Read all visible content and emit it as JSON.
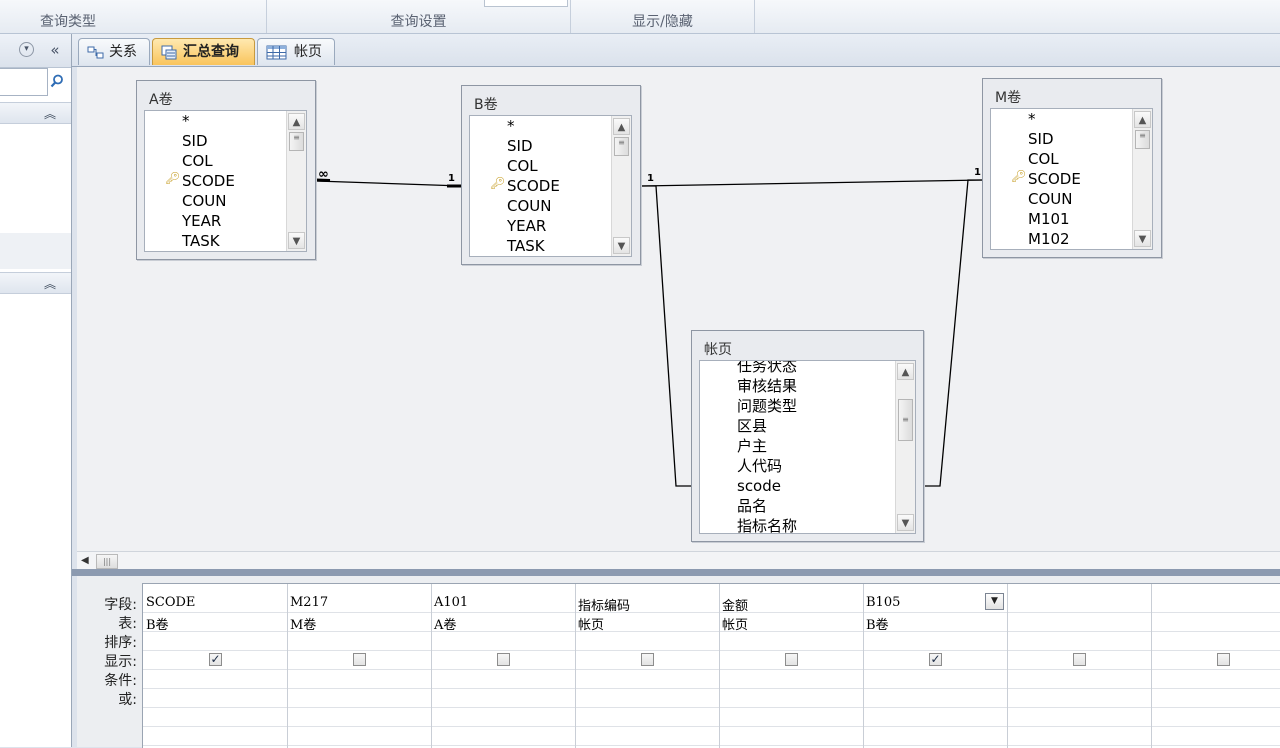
{
  "ribbon": {
    "groups": [
      "查询类型",
      "查询设置",
      "显示/隐藏"
    ]
  },
  "nav": {
    "collapse_icon": "double-chevron-left-icon",
    "dropdown_icon": "circle-chevron-down-icon",
    "search_icon": "magnifier-icon",
    "section_toggle_icon": "chevron-up-double-icon"
  },
  "tabs": [
    {
      "label": "关系",
      "icon": "relationships-icon",
      "active": false
    },
    {
      "label": "汇总查询",
      "icon": "query-icon",
      "active": true
    },
    {
      "label": "帐页",
      "icon": "table-icon",
      "active": false
    }
  ],
  "tables": [
    {
      "title": "A卷",
      "fields": [
        "*",
        "SID",
        "COL",
        "SCODE",
        "COUN",
        "YEAR",
        "TASK"
      ],
      "key_field": "SCODE"
    },
    {
      "title": "B卷",
      "fields": [
        "*",
        "SID",
        "COL",
        "SCODE",
        "COUN",
        "YEAR",
        "TASK"
      ],
      "key_field": "SCODE"
    },
    {
      "title": "M卷",
      "fields": [
        "*",
        "SID",
        "COL",
        "SCODE",
        "COUN",
        "M101",
        "M102"
      ],
      "key_field": "SCODE"
    },
    {
      "title": "帐页",
      "fields": [
        "任务状态",
        "审核结果",
        "问题类型",
        "区县",
        "户主",
        "人代码",
        "scode",
        "品名",
        "指标名称"
      ],
      "key_field": ""
    }
  ],
  "joins": {
    "a_b_left": "∞",
    "a_b_right": "1",
    "b_m_left": "1",
    "b_m_right": "1"
  },
  "grid": {
    "row_labels": [
      "字段:",
      "表:",
      "排序:",
      "显示:",
      "条件:",
      "或:"
    ],
    "columns": [
      {
        "field": "SCODE",
        "table": "B卷",
        "show": true
      },
      {
        "field": "M217",
        "table": "M卷",
        "show": false
      },
      {
        "field": "A101",
        "table": "A卷",
        "show": false
      },
      {
        "field": "指标编码",
        "table": "帐页",
        "show": false
      },
      {
        "field": "金额",
        "table": "帐页",
        "show": false
      },
      {
        "field": "B105",
        "table": "B卷",
        "show": true
      },
      {
        "field": "",
        "table": "",
        "show": false
      },
      {
        "field": "",
        "table": "",
        "show": false
      }
    ]
  }
}
